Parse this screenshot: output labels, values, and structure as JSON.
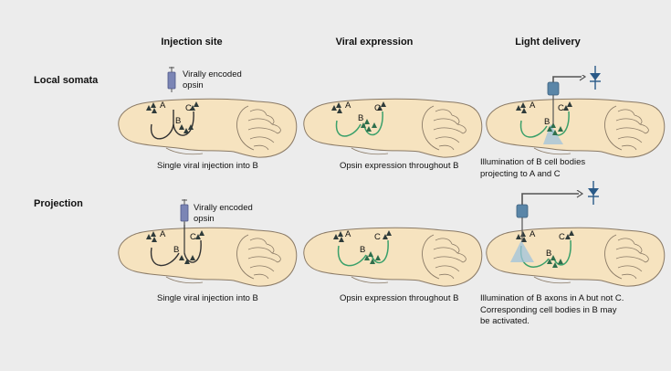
{
  "columns": {
    "injection": "Injection site",
    "expression": "Viral expression",
    "light": "Light delivery"
  },
  "rows": {
    "local": "Local somata",
    "projection": "Projection"
  },
  "labels": {
    "A": "A",
    "B": "B",
    "C": "C"
  },
  "annotations": {
    "virus_line1": "Virally encoded",
    "virus_line2": "opsin"
  },
  "captions": {
    "injection_local": "Single viral injection into B",
    "expression_local": "Opsin expression throughout B",
    "light_local_1": "Illumination of B cell bodies",
    "light_local_2": "projecting to A and C",
    "injection_proj": "Single viral injection into B",
    "expression_proj": "Opsin expression throughout B",
    "light_proj_1": "Illumination of B axons in A but not C.",
    "light_proj_2": "Corresponding cell bodies in B may",
    "light_proj_3": "be activated."
  },
  "colors": {
    "background": "#ececec",
    "brain_fill": "#f6e3bf",
    "brain_stroke": "#8a7a66",
    "neuron": "#2f3b3a",
    "expressed_neuron": "#2e6e4c",
    "expressed_axon": "#3aa06a",
    "plain_axon": "#333333",
    "syringe": "#7b85b5",
    "fiber": "#5a86a8",
    "light_beam": "#9fc3dc"
  }
}
